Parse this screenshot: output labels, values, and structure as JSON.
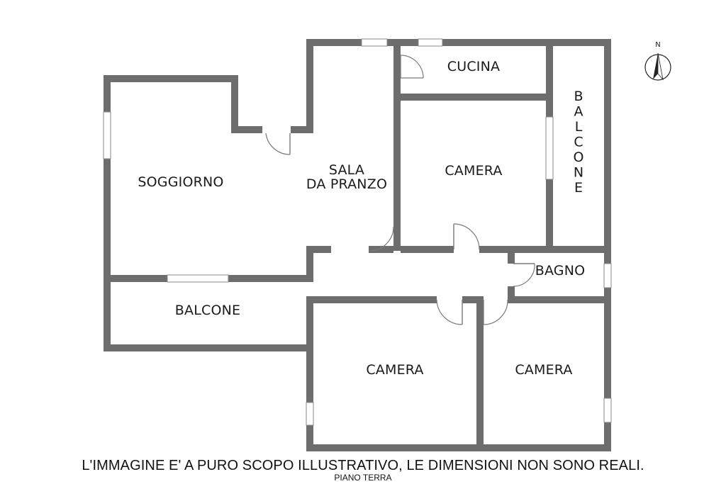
{
  "rooms": {
    "cucina": "CUCINA",
    "balcone_vertical": "BALCONE",
    "soggiorno": "SOGGIORNO",
    "sala_line1": "SALA",
    "sala_line2": "DA PRANZO",
    "camera_top": "CAMERA",
    "bagno": "BAGNO",
    "balcone_bottom": "BALCONE",
    "camera_bottom_left": "CAMERA",
    "camera_bottom_right": "CAMERA"
  },
  "compass": {
    "label": "N",
    "icon": "north-arrow-icon"
  },
  "footer": {
    "disclaimer": "L'IMMAGINE E' A PURO SCOPO ILLUSTRATIVO, LE DIMENSIONI NON SONO REALI.",
    "floor_name": "PIANO TERRA"
  },
  "colors": {
    "wall": "#6d6d6d",
    "background": "#ffffff",
    "text": "#1a1a1a"
  }
}
